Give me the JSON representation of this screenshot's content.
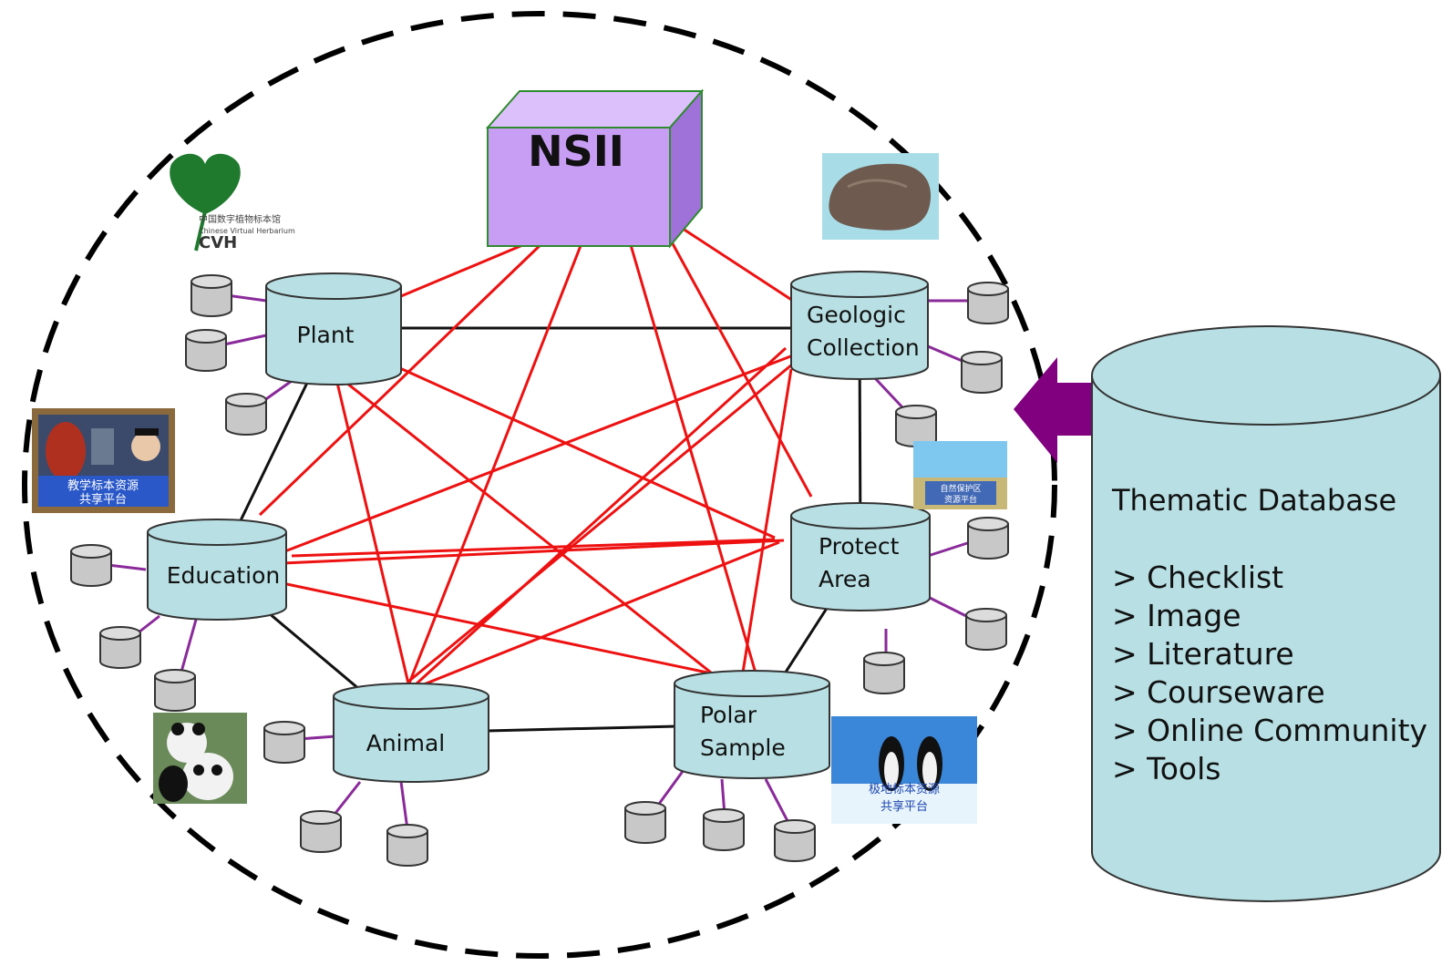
{
  "hub": {
    "label": "NSII"
  },
  "nodes": {
    "plant": [
      "Plant"
    ],
    "geologic": [
      "Geologic",
      "Collection"
    ],
    "education": [
      "Education"
    ],
    "protect": [
      "Protect",
      "Area"
    ],
    "animal": [
      "Animal"
    ],
    "polar": [
      "Polar",
      "Sample"
    ]
  },
  "logos": {
    "cvh": {
      "label": "CVH",
      "sub": "中国数字植物标本馆",
      "sub2": "Chinese Virtual Herbarium"
    },
    "education_img": {
      "caption_line1": "教学标本资源",
      "caption_line2": "共享平台"
    },
    "protect_img": {
      "caption_line1": "自然保护区",
      "caption_line2": "资源平台"
    },
    "polar_img": {
      "caption_line1": "极地标本资源",
      "caption_line2": "共享平台"
    }
  },
  "thematic_db": {
    "title": "Thematic Database",
    "items": [
      "> Checklist",
      "> Image",
      "> Literature",
      "> Courseware",
      "> Online Community",
      "> Tools"
    ]
  },
  "colors": {
    "cylinder_fill": "#b8e0e4",
    "hub_fill": "#c89ef5",
    "red_link": "#ee1111",
    "arrow": "#800080",
    "small_db": "#c8c8c8"
  }
}
